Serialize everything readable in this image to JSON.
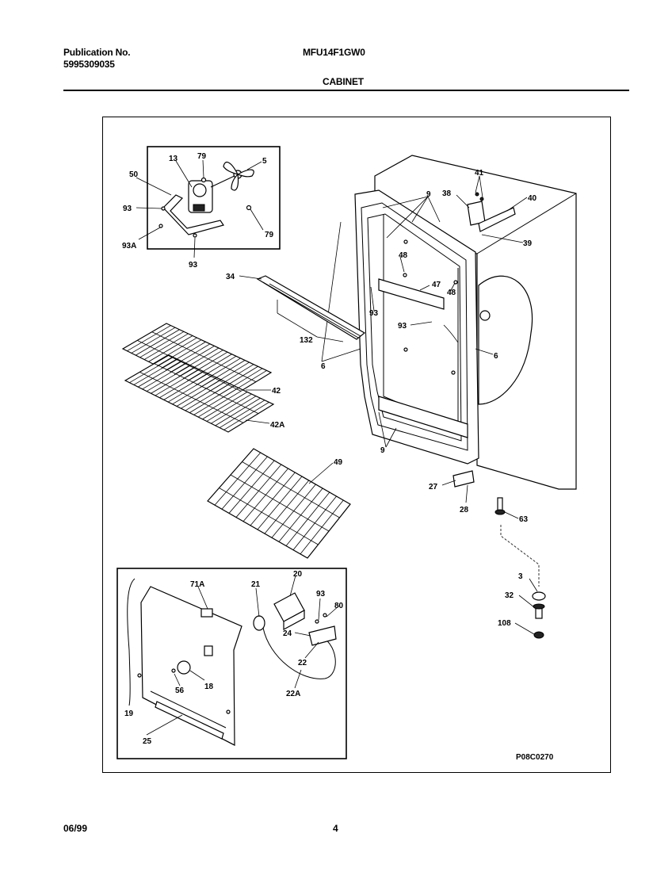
{
  "header": {
    "publication_label": "Publication No.",
    "publication_number": "5995309035",
    "model": "MFU14F1GW0",
    "section": "CABINET"
  },
  "diagram": {
    "figure_code": "P08C0270",
    "callouts": [
      "13",
      "79",
      "5",
      "50",
      "93",
      "79",
      "93A",
      "93",
      "41",
      "38",
      "40",
      "39",
      "9",
      "48",
      "47",
      "48",
      "93",
      "93",
      "34",
      "132",
      "6",
      "6",
      "42",
      "42A",
      "49",
      "9",
      "27",
      "28",
      "63",
      "3",
      "32",
      "108",
      "71A",
      "21",
      "20",
      "93",
      "80",
      "24",
      "22",
      "22A",
      "18",
      "56",
      "19",
      "25"
    ]
  },
  "footer": {
    "date": "06/99",
    "page": "4"
  }
}
